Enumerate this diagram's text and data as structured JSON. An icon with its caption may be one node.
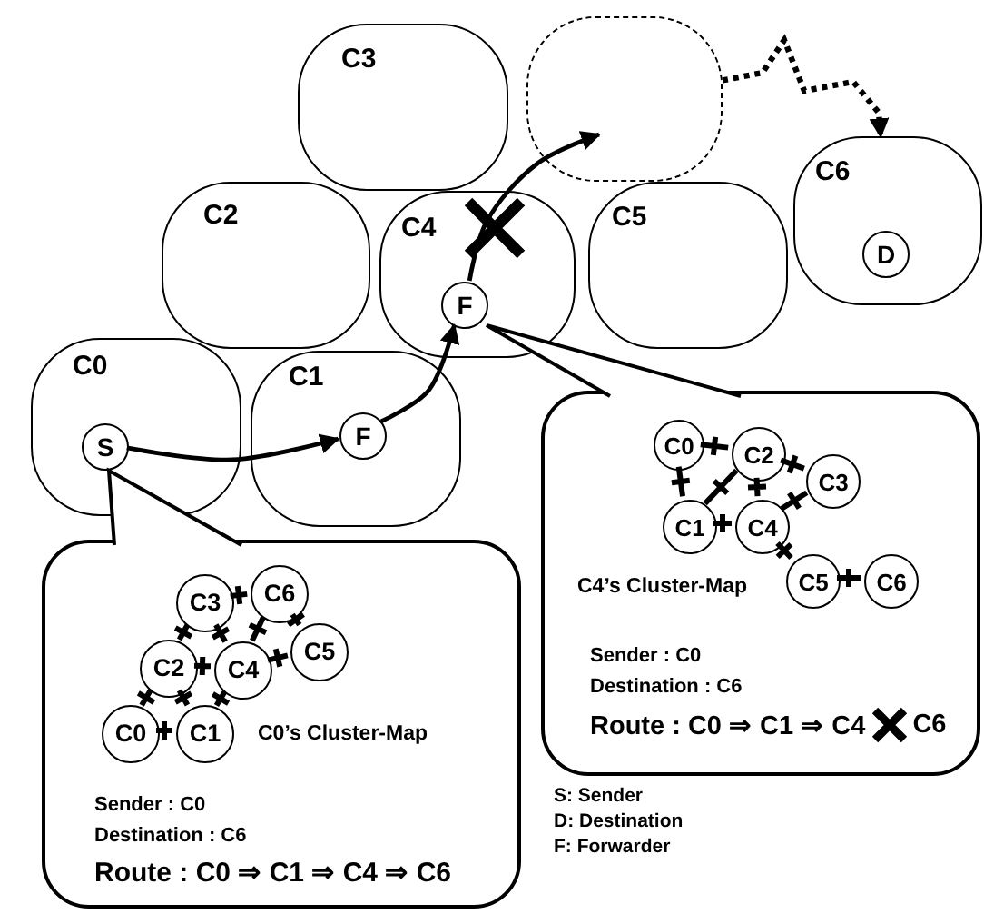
{
  "diagram": {
    "nodes": [
      {
        "text": [
          "C3"
        ]
      },
      {
        "text": [],
        "shape": "box"
      },
      {
        "text": [
          "C2"
        ]
      },
      {
        "text": [
          "C4"
        ]
      },
      {
        "text": [
          "F"
        ],
        "in": 3
      },
      {
        "text": [
          "C5"
        ]
      },
      {
        "text": [
          "C6"
        ]
      },
      {
        "text": [
          "D"
        ],
        "in": 6
      },
      {
        "text": [
          "C0"
        ]
      },
      {
        "text": [
          "S"
        ],
        "in": 8
      },
      {
        "text": [
          "C1"
        ]
      },
      {
        "text": [
          "F"
        ],
        "in": 10
      },
      {
        "text": [
          "C4’s Cluster-Map",
          "Sender : C0",
          "Destination : C6",
          "Route : C0 ⇒ C1 ⇒ C4",
          "C6"
        ]
      },
      {
        "text": [
          "C0"
        ],
        "in": 12
      },
      {
        "text": [
          "C2"
        ],
        "in": 12
      },
      {
        "text": [
          "C3"
        ],
        "in": 12
      },
      {
        "text": [
          "C1"
        ],
        "in": 12
      },
      {
        "text": [
          "C4"
        ],
        "in": 12
      },
      {
        "text": [
          "C5"
        ],
        "in": 12
      },
      {
        "text": [
          "C6"
        ],
        "in": 12
      },
      {
        "text": [
          "C0’s Cluster-Map",
          "Sender : C0",
          "Destination : C6",
          "Route : C0 ⇒ C1 ⇒ C4 ⇒ C6"
        ]
      },
      {
        "text": [
          "C3"
        ],
        "in": 20
      },
      {
        "text": [
          "C6"
        ],
        "in": 20
      },
      {
        "text": [
          "C2"
        ],
        "in": 20
      },
      {
        "text": [
          "C4"
        ],
        "in": 20
      },
      {
        "text": [
          "C5"
        ],
        "in": 20
      },
      {
        "text": [
          "C0"
        ],
        "in": 20
      },
      {
        "text": [
          "C1"
        ],
        "in": 20
      }
    ],
    "edges": [
      {
        "from": 9,
        "to": 11,
        "arrow": "to"
      },
      {
        "from": 11,
        "to": 4,
        "arrow": "to"
      },
      {
        "from": 4,
        "to": 1,
        "arrow": "to"
      },
      {
        "from": 1,
        "to": 6,
        "arrow": "to",
        "style": "dashed"
      },
      {
        "from": 13,
        "to": 14,
        "arrow": "none"
      },
      {
        "from": 13,
        "to": 16,
        "arrow": "none"
      },
      {
        "from": 16,
        "to": 14,
        "arrow": "none"
      },
      {
        "from": 14,
        "to": 17,
        "arrow": "none"
      },
      {
        "from": 14,
        "to": 15,
        "arrow": "none"
      },
      {
        "from": 16,
        "to": 17,
        "arrow": "none"
      },
      {
        "from": 17,
        "to": 15,
        "arrow": "none"
      },
      {
        "from": 17,
        "to": 18,
        "arrow": "none"
      },
      {
        "from": 18,
        "to": 19,
        "arrow": "none"
      },
      {
        "from": 21,
        "to": 22,
        "arrow": "none"
      },
      {
        "from": 21,
        "to": 23,
        "arrow": "none"
      },
      {
        "from": 21,
        "to": 24,
        "arrow": "none"
      },
      {
        "from": 22,
        "to": 24,
        "arrow": "none"
      },
      {
        "from": 22,
        "to": 25,
        "arrow": "none"
      },
      {
        "from": 24,
        "to": 25,
        "arrow": "none"
      },
      {
        "from": 23,
        "to": 24,
        "arrow": "none"
      },
      {
        "from": 23,
        "to": 26,
        "arrow": "none"
      },
      {
        "from": 23,
        "to": 27,
        "arrow": "none"
      },
      {
        "from": 24,
        "to": 27,
        "arrow": "none"
      },
      {
        "from": 26,
        "to": 27,
        "arrow": "none"
      }
    ],
    "labels": [
      "S: Sender",
      "D: Destination",
      "F: Forwarder"
    ]
  }
}
